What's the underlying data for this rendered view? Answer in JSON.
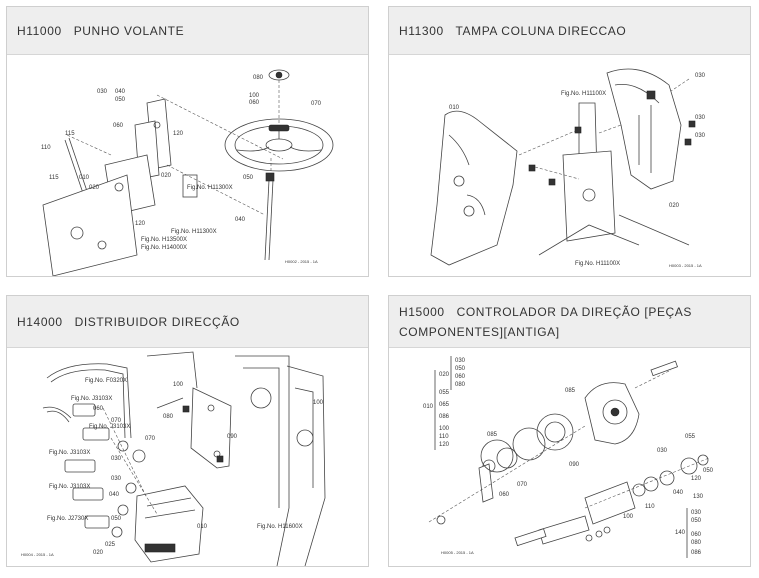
{
  "cards": [
    {
      "code": "H11000",
      "name": "PUNHO VOLANTE",
      "labels": [
        "080",
        "100",
        "060",
        "070",
        "030",
        "040",
        "050",
        "060",
        "120",
        "115",
        "110",
        "115",
        "010",
        "020",
        "020",
        "120",
        "050",
        "040",
        "Fig.No. H11300X",
        "Fig.No. H11300X",
        "Fig.No. H13500X",
        "Fig.No. H14000X"
      ],
      "stamp": "H0002 - 2015 - 1A"
    },
    {
      "code": "H11300",
      "name": "TAMPA COLUNA DIRECCAO",
      "labels": [
        "010",
        "030",
        "Fig.No. H11100X",
        "030",
        "030",
        "020",
        "Fig.No. H11100X"
      ],
      "stamp": "H0003 - 2015 - 1A"
    },
    {
      "code": "H14000",
      "name": "DISTRIBUIDOR DIRECÇÃO",
      "labels": [
        "Fig.No. F0320X",
        "Fig.No. J3103X",
        "060",
        "Fig.No. J3103X",
        "070",
        "070",
        "Fig.No. J3103X",
        "030",
        "030",
        "Fig.No. J3103X",
        "040",
        "Fig.No. J2730X",
        "050",
        "020",
        "025",
        "100",
        "080",
        "090",
        "010",
        "100",
        "Fig.No. H11600X"
      ],
      "stamp": "H0004 - 2015 - 1A"
    },
    {
      "code": "H15000",
      "name": "CONTROLADOR DA DIREÇÃO [PEÇAS COMPONENTES][ANTIGA]",
      "labels": [
        "030",
        "050",
        "060",
        "080",
        "020",
        "055",
        "065",
        "086",
        "100",
        "110",
        "120",
        "010",
        "085",
        "085",
        "070",
        "060",
        "090",
        "030",
        "040",
        "055",
        "050",
        "120",
        "130",
        "100",
        "110",
        "140",
        "030",
        "050",
        "060",
        "080",
        "086"
      ],
      "stamp": "H0005 - 2015 - 1A"
    }
  ]
}
